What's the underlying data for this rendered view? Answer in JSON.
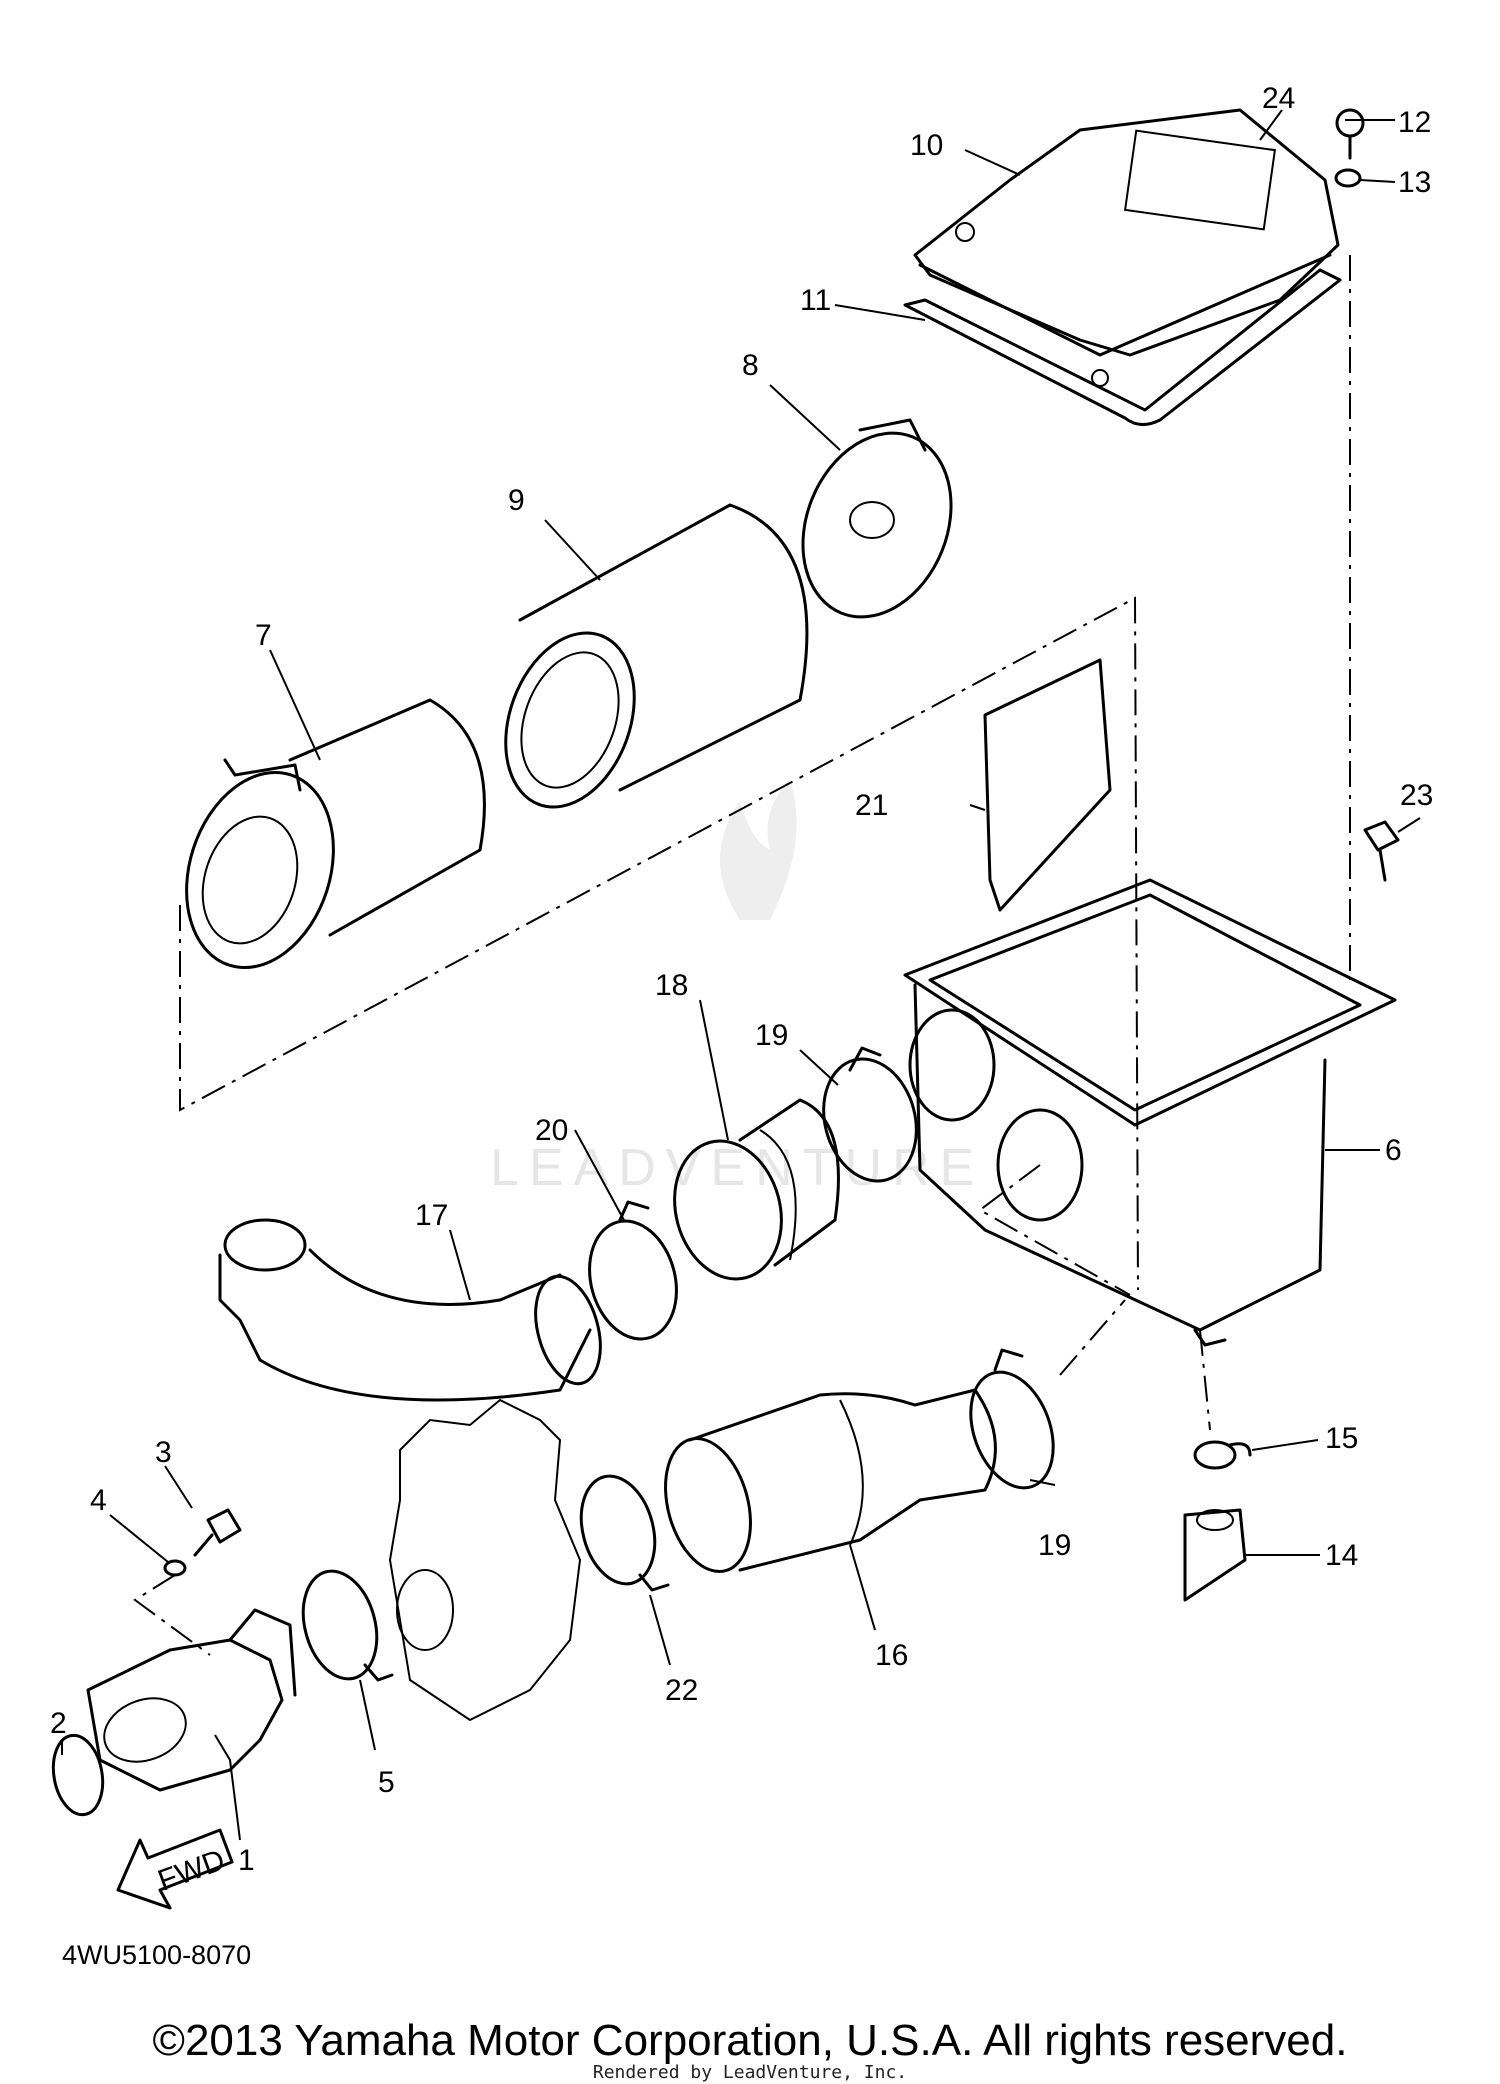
{
  "diagram_code": "4WU5100-8070",
  "copyright": "©2013 Yamaha Motor Corporation, U.S.A. All rights reserved.",
  "rendered_by": "Rendered by LeadVenture, Inc.",
  "watermark": "LEADVENTURE",
  "fwd_label": "FWD",
  "callouts": [
    {
      "id": "c1",
      "text": "1"
    },
    {
      "id": "c2",
      "text": "2"
    },
    {
      "id": "c3",
      "text": "3"
    },
    {
      "id": "c4",
      "text": "4"
    },
    {
      "id": "c5",
      "text": "5"
    },
    {
      "id": "c6",
      "text": "6"
    },
    {
      "id": "c7",
      "text": "7"
    },
    {
      "id": "c8",
      "text": "8"
    },
    {
      "id": "c9",
      "text": "9"
    },
    {
      "id": "c10",
      "text": "10"
    },
    {
      "id": "c11",
      "text": "11"
    },
    {
      "id": "c12",
      "text": "12"
    },
    {
      "id": "c13",
      "text": "13"
    },
    {
      "id": "c14",
      "text": "14"
    },
    {
      "id": "c15",
      "text": "15"
    },
    {
      "id": "c16",
      "text": "16"
    },
    {
      "id": "c17",
      "text": "17"
    },
    {
      "id": "c18",
      "text": "18"
    },
    {
      "id": "c19a",
      "text": "19"
    },
    {
      "id": "c19b",
      "text": "19"
    },
    {
      "id": "c20",
      "text": "20"
    },
    {
      "id": "c21",
      "text": "21"
    },
    {
      "id": "c22",
      "text": "22"
    },
    {
      "id": "c23",
      "text": "23"
    },
    {
      "id": "c24",
      "text": "24"
    }
  ]
}
